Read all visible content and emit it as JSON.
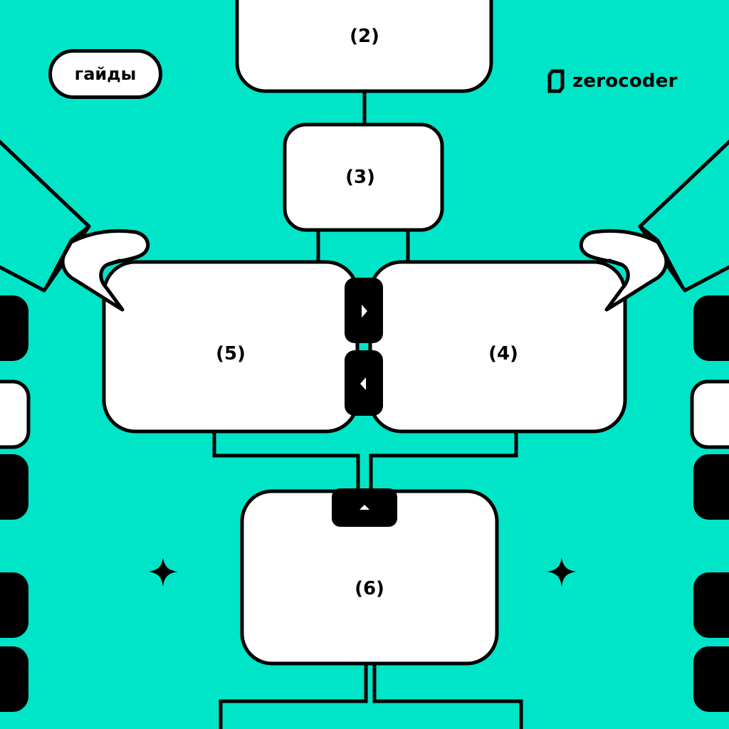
{
  "badge": {
    "label": "гайды"
  },
  "brand": {
    "name": "zerocoder",
    "icon": "zerocoder-logo-icon"
  },
  "nodes": [
    {
      "id": "node-2",
      "label": "(2)"
    },
    {
      "id": "node-3",
      "label": "(3)"
    },
    {
      "id": "node-5",
      "label": "(5)"
    },
    {
      "id": "node-4",
      "label": "(4)"
    },
    {
      "id": "node-6",
      "label": "(6)"
    }
  ],
  "colors": {
    "background": "#00E5C8",
    "card": "#FFFFFF",
    "stroke": "#000000"
  },
  "icons": [
    "hand-left-icon",
    "hand-right-icon",
    "arrow-right-icon",
    "arrow-left-icon",
    "arrow-up-icon",
    "sparkle-icon"
  ]
}
